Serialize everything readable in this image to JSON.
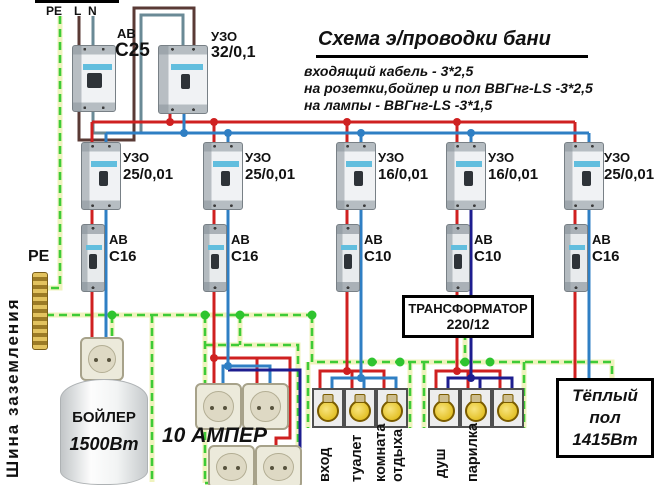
{
  "title": {
    "heading": "Схема э/проводки бани",
    "notes": [
      "входящий кабель - 3*2,5",
      "на розетки,бойлер и пол ВВГнг-LS -3*2,5",
      "на лампы - ВВГнг-LS -3*1,5"
    ]
  },
  "incoming": {
    "pe": "PE",
    "l": "L",
    "n": "N"
  },
  "main_breaker": {
    "type": "АВ",
    "rating": "C25"
  },
  "main_rcd": {
    "type": "УЗО",
    "rating": "32/0,1"
  },
  "columns": [
    {
      "rcd_type": "УЗО",
      "rcd_rating": "25/0,01",
      "breaker_type": "АВ",
      "breaker_rating": "C16"
    },
    {
      "rcd_type": "УЗО",
      "rcd_rating": "25/0,01",
      "breaker_type": "АВ",
      "breaker_rating": "C16"
    },
    {
      "rcd_type": "УЗО",
      "rcd_rating": "16/0,01",
      "breaker_type": "АВ",
      "breaker_rating": "C10"
    },
    {
      "rcd_type": "УЗО",
      "rcd_rating": "16/0,01",
      "breaker_type": "АВ",
      "breaker_rating": "C10"
    },
    {
      "rcd_type": "УЗО",
      "rcd_rating": "25/0,01",
      "breaker_type": "АВ",
      "breaker_rating": "C16"
    }
  ],
  "ground": {
    "bus_title": "Шина заземления",
    "label": "PE"
  },
  "transformer": {
    "name": "ТРАНСФОРМАТОР",
    "ratio": "220/12"
  },
  "loads": {
    "boiler": {
      "name": "БОЙЛЕР",
      "power": "1500Вт"
    },
    "socket_group_label": "10 АМПЕР",
    "lamp_group_1": {
      "l1": "вход",
      "l2": "туалет",
      "l3": "комната отдыха"
    },
    "lamp_group_2": {
      "l1": "душ",
      "l2": "парилка"
    },
    "warm_floor": {
      "line1": "Тёплый",
      "line2": "пол",
      "line3": "1415Вт"
    }
  },
  "colors": {
    "phase": "#cf2020",
    "neutral": "#2f7fc4",
    "neutral_12v": "#1d1d8f",
    "pe_green": "#3ecb37",
    "incoming_phase": "#5a3a35",
    "incoming_neutral": "#6a8a96"
  }
}
